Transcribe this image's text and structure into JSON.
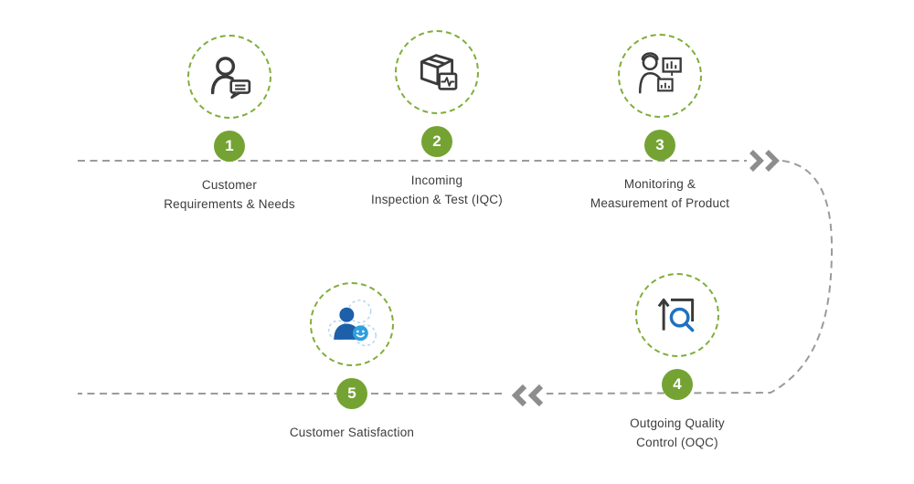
{
  "diagram": {
    "type": "process-flow",
    "colors": {
      "green_badge": "#74A333",
      "green_dashed_circle": "#7FAE3A",
      "icon_dark": "#3A3A3A",
      "blue_dark": "#1D5FA8",
      "blue_light": "#2E9FE0",
      "blue_magnifier": "#1F72C0",
      "connector_gray": "#9B9B9B",
      "text": "#3C3C3C"
    },
    "connector": {
      "style": "dashed",
      "forward_chevrons_icon": "double-chevron-right-icon",
      "backward_chevrons_icon": "double-chevron-left-icon"
    },
    "steps": [
      {
        "number": "1",
        "icon": "customer-needs-icon",
        "label_lines": [
          "Customer",
          "Requirements & Needs"
        ]
      },
      {
        "number": "2",
        "icon": "incoming-inspection-icon",
        "label_lines": [
          "Incoming",
          "Inspection & Test (IQC)"
        ]
      },
      {
        "number": "3",
        "icon": "monitoring-measurement-icon",
        "label_lines": [
          "Monitoring &",
          "Measurement of Product"
        ]
      },
      {
        "number": "4",
        "icon": "outgoing-qc-icon",
        "label_lines": [
          "Outgoing Quality",
          "Control (OQC)"
        ]
      },
      {
        "number": "5",
        "icon": "customer-satisfaction-icon",
        "label_lines": [
          "Customer Satisfaction"
        ]
      }
    ]
  }
}
